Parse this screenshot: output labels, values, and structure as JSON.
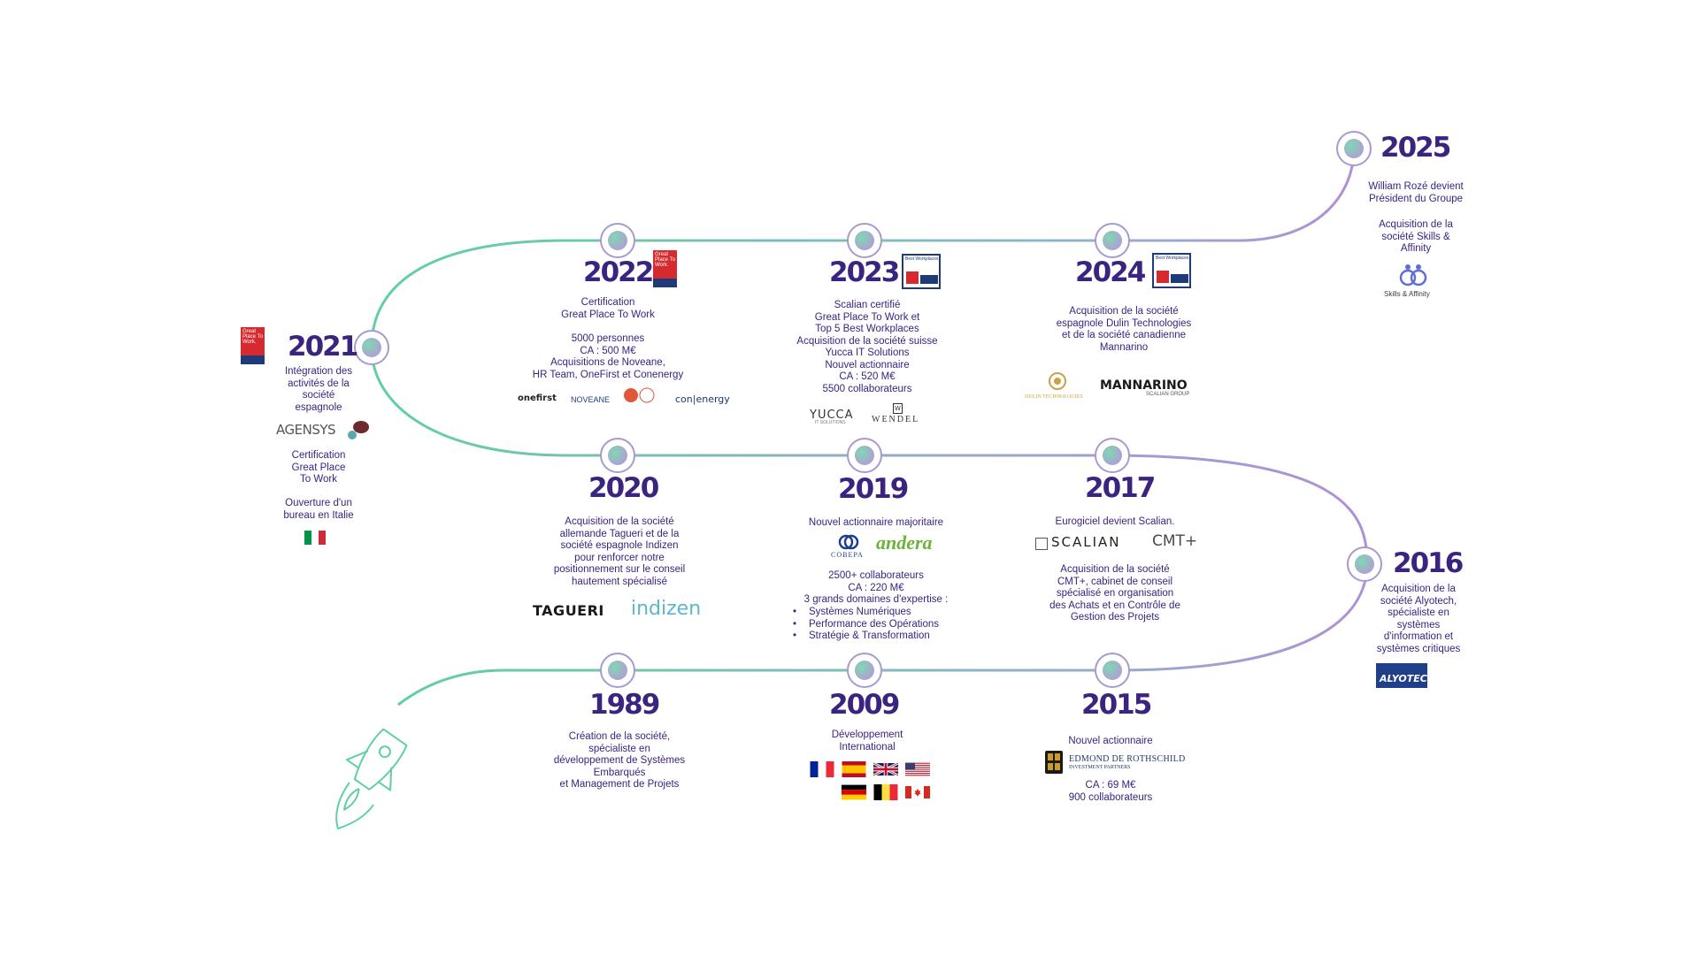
{
  "colors": {
    "path_green": "#62cfa3",
    "path_purple": "#a98ed3",
    "text": "#3b2380",
    "node_ring": "#a89ad0"
  },
  "milestones": [
    {
      "year": "1989",
      "lines": [
        "Création de la société,",
        "spécialiste en",
        "développement de Systèmes",
        "Embarqués",
        "et Management de Projets"
      ]
    },
    {
      "year": "2009",
      "lines": [
        "Développement",
        "International"
      ]
    },
    {
      "year": "2015",
      "lines": [
        "Nouvel actionnaire"
      ],
      "lines2": [
        "CA : 69 M€",
        "900 collaborateurs"
      ]
    },
    {
      "year": "2016",
      "lines": [
        "Acquisition de la",
        "société Alyotech,",
        "spécialiste en",
        "systèmes",
        "d'information et",
        "systèmes critiques"
      ]
    },
    {
      "year": "2017",
      "lines": [
        "Eurogiciel devient Scalian."
      ],
      "lines2": [
        "Acquisition de la société",
        "CMT+, cabinet de conseil",
        "spécialisé en organisation",
        "des Achats et en Contrôle de",
        "Gestion des Projets"
      ]
    },
    {
      "year": "2019",
      "lines": [
        "Nouvel actionnaire majoritaire"
      ],
      "lines2": [
        "2500+ collaborateurs",
        "CA : 220 M€",
        "3 grands domaines d'expertise :"
      ],
      "bullets": [
        "Systèmes Numériques",
        "Performance des Opérations",
        "Stratégie & Transformation"
      ]
    },
    {
      "year": "2020",
      "lines": [
        "Acquisition de la société",
        "allemande Tagueri et de la",
        "société espagnole Indizen",
        "pour renforcer notre",
        "positionnement sur le conseil",
        "hautement spécialisé"
      ]
    },
    {
      "year": "2021",
      "lines": [
        "Intégration des",
        "activités de la",
        "société",
        "espagnole"
      ],
      "lines2": [
        "Certification",
        "Great Place",
        "To Work"
      ],
      "lines3": [
        "Ouverture d'un",
        "bureau en Italie"
      ]
    },
    {
      "year": "2022",
      "lines": [
        "Certification",
        "Great Place To Work"
      ],
      "lines2": [
        "5000 personnes",
        "CA : 500 M€",
        "Acquisitions de Noveane,",
        "HR Team, OneFirst et Conenergy"
      ]
    },
    {
      "year": "2023",
      "lines": [
        "Scalian certifié",
        "Great Place To Work et",
        "Top 5 Best Workplaces",
        "Acquisition de la société suisse",
        "Yucca IT Solutions",
        "Nouvel actionnaire",
        "CA : 520 M€",
        "5500 collaborateurs"
      ]
    },
    {
      "year": "2024",
      "lines": [
        "Acquisition de la société",
        "espagnole Dulin Technologies",
        "et de la société canadienne",
        "Mannarino"
      ]
    },
    {
      "year": "2025",
      "lines": [
        "William Rozé devient",
        "Président du Groupe"
      ],
      "lines2": [
        "Acquisition de la",
        "société Skills &",
        "Affinity"
      ]
    }
  ],
  "logos": {
    "agensys": "AGENSYS",
    "onefirst": "onefirst",
    "noveane": "NOVEANE",
    "conenergy": "con|energy",
    "yucca": "YUCCA",
    "yucca_sub": "IT SOLUTIONS",
    "wendel": "WENDEL",
    "dulin": "DULIN TECHNOLOGIES",
    "mannarino": "MANNARINO",
    "mannarino_sub": "SCALIAN GROUP",
    "skills": "Skills & Affinity",
    "tagueri": "TAGUERI",
    "indizen": "indizen",
    "cobepa": "COBEPA",
    "andera": "andera",
    "scalian": "SCALIAN",
    "cmt": "CMT+",
    "rothschild": "EDMOND DE ROTHSCHILD",
    "rothschild_sub": "INVESTMENT PARTNERS",
    "alyotech": "ALYOTECH",
    "gptw_badge": "Great Place To Work.",
    "best_badge": "Best Workplaces"
  }
}
